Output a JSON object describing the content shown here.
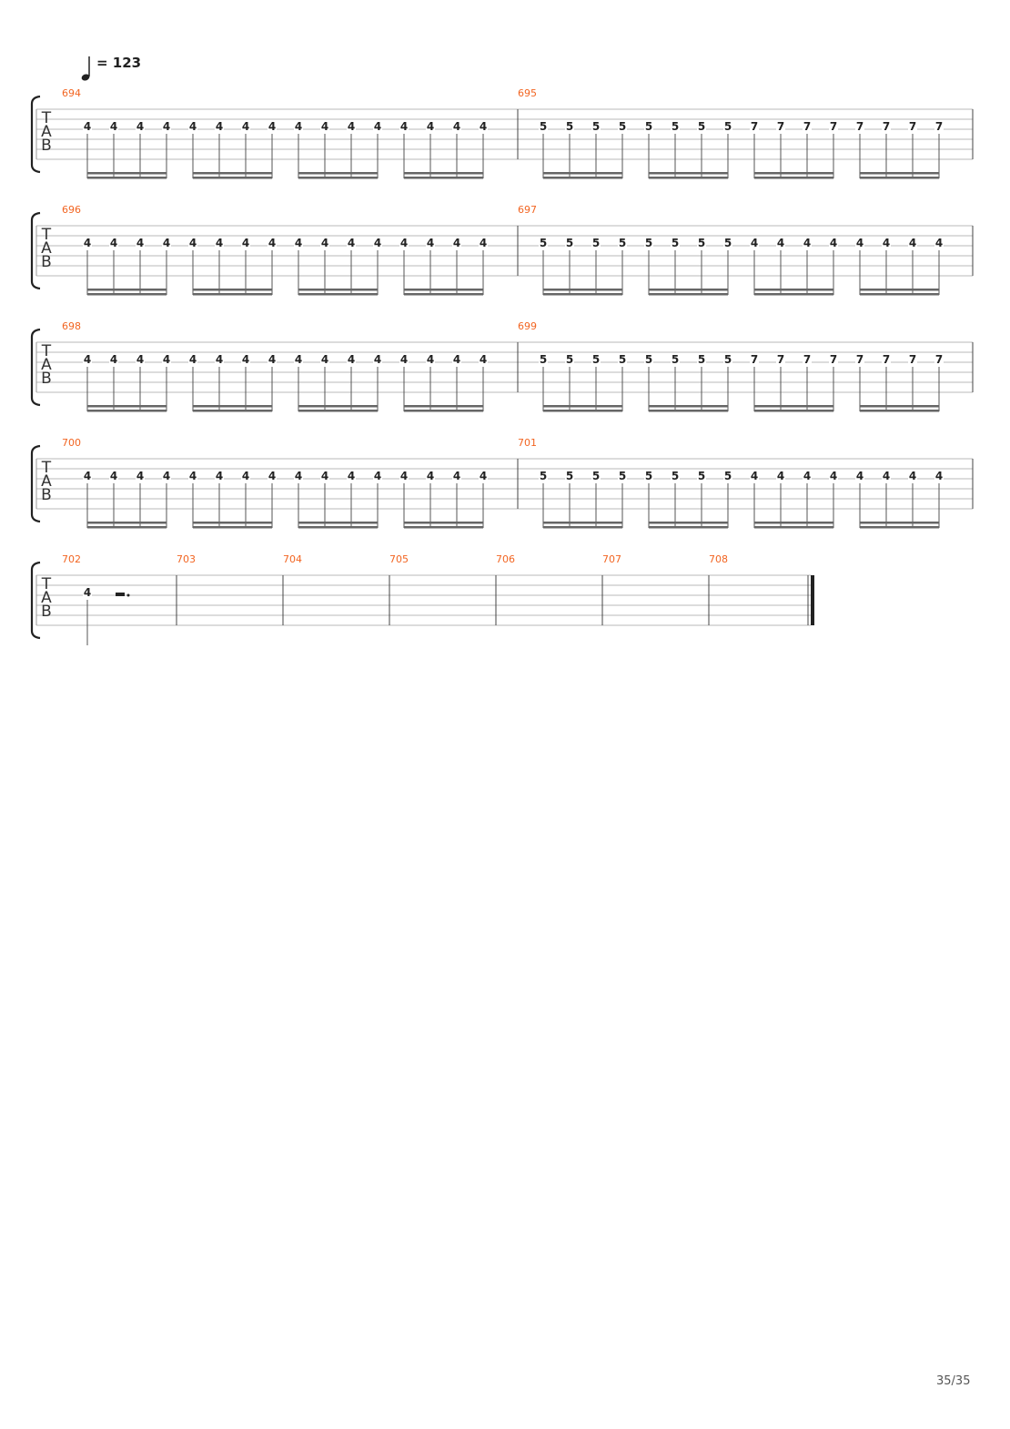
{
  "tempo": {
    "symbol": "quarter-note-icon",
    "text": "= 123"
  },
  "page_number": "35/35",
  "colors": {
    "measure_number": "#f26522",
    "notation": "#222222",
    "staff_line": "#b8b8b8",
    "beam": "#666666"
  },
  "clef_letters": [
    "T",
    "A",
    "B"
  ],
  "systems": [
    {
      "measures": [
        {
          "number": "694",
          "frets": [
            "4",
            "4",
            "4",
            "4",
            "4",
            "4",
            "4",
            "4",
            "4",
            "4",
            "4",
            "4",
            "4",
            "4",
            "4",
            "4"
          ]
        },
        {
          "number": "695",
          "frets": [
            "5",
            "5",
            "5",
            "5",
            "5",
            "5",
            "5",
            "5",
            "7",
            "7",
            "7",
            "7",
            "7",
            "7",
            "7",
            "7"
          ]
        }
      ]
    },
    {
      "measures": [
        {
          "number": "696",
          "frets": [
            "4",
            "4",
            "4",
            "4",
            "4",
            "4",
            "4",
            "4",
            "4",
            "4",
            "4",
            "4",
            "4",
            "4",
            "4",
            "4"
          ]
        },
        {
          "number": "697",
          "frets": [
            "5",
            "5",
            "5",
            "5",
            "5",
            "5",
            "5",
            "5",
            "4",
            "4",
            "4",
            "4",
            "4",
            "4",
            "4",
            "4"
          ]
        }
      ]
    },
    {
      "measures": [
        {
          "number": "698",
          "frets": [
            "4",
            "4",
            "4",
            "4",
            "4",
            "4",
            "4",
            "4",
            "4",
            "4",
            "4",
            "4",
            "4",
            "4",
            "4",
            "4"
          ]
        },
        {
          "number": "699",
          "frets": [
            "5",
            "5",
            "5",
            "5",
            "5",
            "5",
            "5",
            "5",
            "7",
            "7",
            "7",
            "7",
            "7",
            "7",
            "7",
            "7"
          ]
        }
      ]
    },
    {
      "measures": [
        {
          "number": "700",
          "frets": [
            "4",
            "4",
            "4",
            "4",
            "4",
            "4",
            "4",
            "4",
            "4",
            "4",
            "4",
            "4",
            "4",
            "4",
            "4",
            "4"
          ]
        },
        {
          "number": "701",
          "frets": [
            "5",
            "5",
            "5",
            "5",
            "5",
            "5",
            "5",
            "5",
            "4",
            "4",
            "4",
            "4",
            "4",
            "4",
            "4",
            "4"
          ]
        }
      ]
    },
    {
      "measures": [
        {
          "number": "702",
          "frets": [
            "4"
          ],
          "rest": "dotted-half-rest"
        },
        {
          "number": "703",
          "frets": []
        },
        {
          "number": "704",
          "frets": []
        },
        {
          "number": "705",
          "frets": []
        },
        {
          "number": "706",
          "frets": []
        },
        {
          "number": "707",
          "frets": []
        },
        {
          "number": "708",
          "frets": []
        }
      ]
    }
  ]
}
